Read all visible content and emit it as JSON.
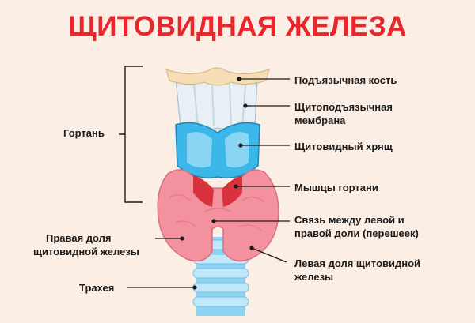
{
  "title": "ЩИТОВИДНАЯ ЖЕЛЕЗА",
  "labels": {
    "larynx": "Гортань",
    "hyoid": "Подъязычная кость",
    "membrane_1": "Щитоподъязычная",
    "membrane_2": "мембрана",
    "cartilage": "Щитовидный хрящ",
    "muscles": "Мышцы гортани",
    "isthmus_1": "Связь между левой и",
    "isthmus_2": "правой доли (перешеек)",
    "right_lobe_1": "Правая доля",
    "right_lobe_2": "щитовидной железы",
    "left_lobe_1": "Левая доля щитовидной",
    "left_lobe_2": "железы",
    "trachea": "Трахея"
  },
  "colors": {
    "title": "#e8262b",
    "background": "#fbeee4",
    "bone": "#f6ddb6",
    "membrane": "#e8f0f6",
    "cartilage": "#3cb7ea",
    "muscle": "#d8323c",
    "gland": "#f3919e",
    "trachea": "#8fd3f0"
  }
}
